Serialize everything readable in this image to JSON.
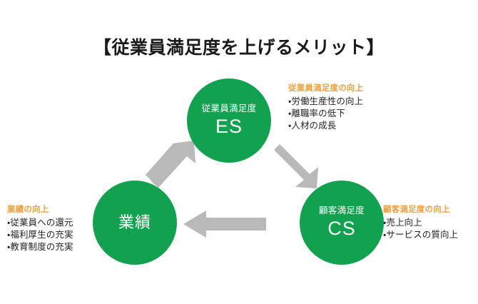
{
  "title": "【従業員満足度を上げるメリット】",
  "nodes": {
    "es": {
      "label": "従業員満足度",
      "code": "ES"
    },
    "cs": {
      "label": "顧客満足度",
      "code": "CS"
    },
    "gyoseki": {
      "label": "業績"
    }
  },
  "callouts": {
    "es": {
      "heading": "従業員満足度の向上",
      "items": [
        "・労働生産性の向上",
        "・離職率の低下",
        "・人材の成長"
      ]
    },
    "cs": {
      "heading": "顧客満足度の向上",
      "items": [
        "・売上向上",
        "・サービスの質向上"
      ]
    },
    "gyoseki": {
      "heading": "業績の向上",
      "items": [
        "・従業員への還元",
        "・福利厚生の充実",
        "・教育制度の充実"
      ]
    }
  },
  "arrows": {
    "es_to_cs": "arrow-down-right-icon",
    "cs_to_gyoseki": "arrow-left-icon",
    "gyoseki_to_es": "arrow-up-right-icon"
  },
  "colors": {
    "node_green": "#12a14f",
    "arrow_gray": "#b9b9b9",
    "heading_orange": "#eda03f",
    "title_black": "#1a1a1a",
    "background": "#ffffff"
  }
}
